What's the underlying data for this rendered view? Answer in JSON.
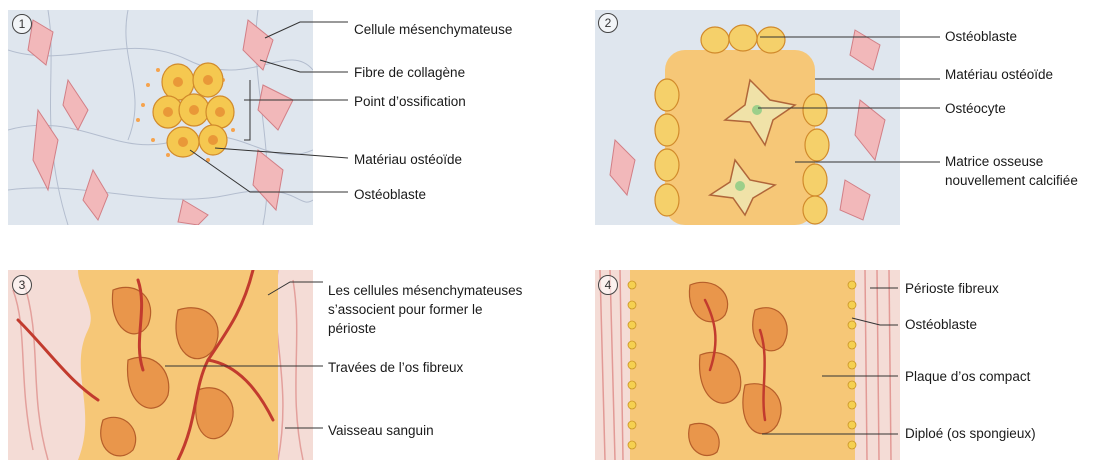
{
  "panels": [
    {
      "number": "1",
      "labels": [
        "Cellule mésenchymateuse",
        "Fibre de collagène",
        "Point d’ossification",
        "Matériau ostéoïde",
        "Ostéoblaste"
      ]
    },
    {
      "number": "2",
      "labels": [
        "Ostéoblaste",
        "Matériau ostéoïde",
        "Ostéocyte",
        "Matrice osseuse",
        "nouvellement calcifiée"
      ]
    },
    {
      "number": "3",
      "labels": [
        "Les cellules mésenchymateuses",
        "s’associent pour former le",
        "périoste",
        "Travées de l’os fibreux",
        "Vaisseau sanguin"
      ]
    },
    {
      "number": "4",
      "labels": [
        "Périoste fibreux",
        "Ostéoblaste",
        "Plaque d’os compact",
        "Diploé (os spongieux)"
      ]
    }
  ],
  "colors": {
    "background_light": "#dfe6ee",
    "cell_pink": "#f2b8ba",
    "bone_yellow": "#f6c777",
    "osteoblast": "#f5c850",
    "vessel_red": "#c23b2e",
    "periosteum": "#f0b9b0"
  }
}
